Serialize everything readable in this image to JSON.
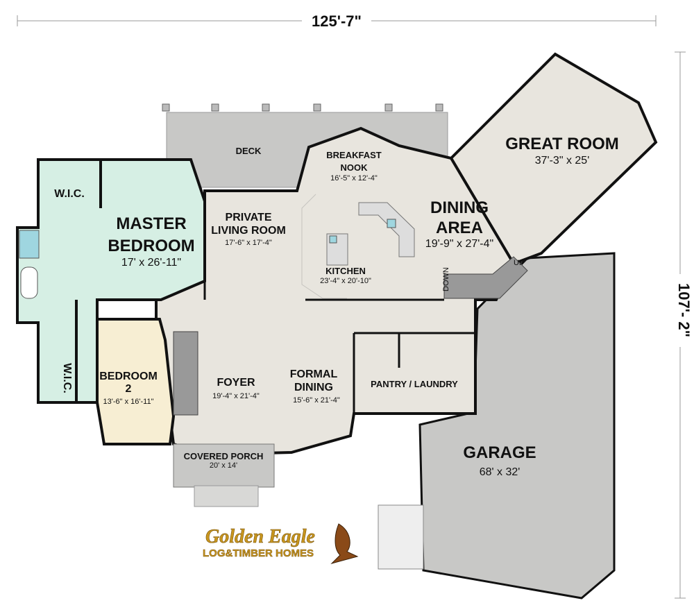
{
  "overall": {
    "width": "125'-7\"",
    "depth": "107'- 2\""
  },
  "rooms": {
    "deck": {
      "name": "DECK"
    },
    "breakfast": {
      "name1": "BREAKFAST",
      "name2": "NOOK",
      "size": "16'-5\" x 12'-4\""
    },
    "great": {
      "name": "GREAT ROOM",
      "size": "37'-3\" x 25'"
    },
    "dining": {
      "name1": "DINING",
      "name2": "AREA",
      "size": "19'-9\" x 27'-4\""
    },
    "kitchen": {
      "name": "KITCHEN",
      "size": "23'-4\" x 20'-10\""
    },
    "private": {
      "name1": "PRIVATE",
      "name2": "LIVING ROOM",
      "size": "17'-6\" x 17'-4\""
    },
    "master": {
      "name1": "MASTER",
      "name2": "BEDROOM",
      "size": "17' x 26'-11\""
    },
    "wic1": {
      "name": "W.I.C."
    },
    "wic2": {
      "name": "W.I.C."
    },
    "bedroom2": {
      "name1": "BEDROOM",
      "name2": "2",
      "size": "13'-6\" x 16'-11\""
    },
    "foyer": {
      "name": "FOYER",
      "size": "19'-4\" x 21'-4\""
    },
    "formal": {
      "name1": "FORMAL",
      "name2": "DINING",
      "size": "15'-6\" x 21'-4\""
    },
    "pantry": {
      "name": "PANTRY / LAUNDRY"
    },
    "porch": {
      "name": "COVERED PORCH",
      "size": "20' x 14'"
    },
    "garage": {
      "name": "GARAGE",
      "size": "68' x 32'"
    }
  },
  "stairs": {
    "down": "DOWN",
    "up": "UP"
  },
  "logo": {
    "line1": "Golden Eagle",
    "line2": "LOG&TIMBER HOMES"
  },
  "colors": {
    "floor": "#e8e5de",
    "deck": "#c8c8c6",
    "suite": "#d6efe4",
    "bedroom2": "#f7eed3"
  }
}
